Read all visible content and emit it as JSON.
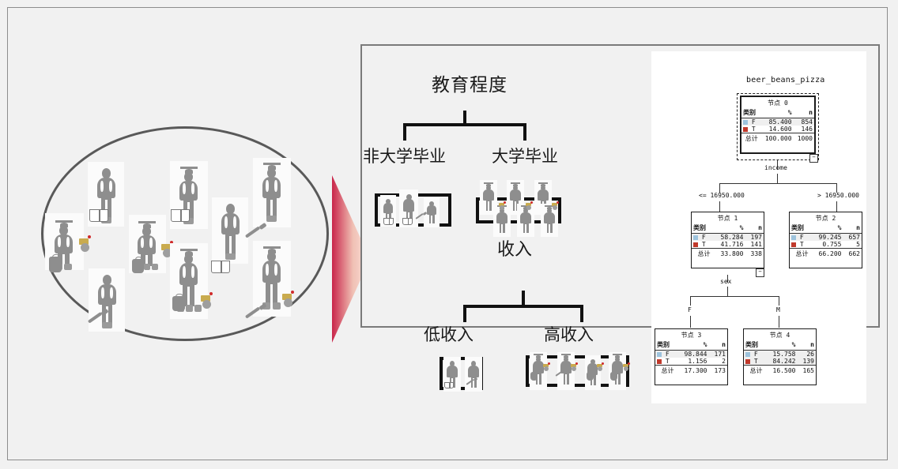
{
  "slide": {
    "background_color": "#f1f1f1",
    "frame_color": "#8c8c8c"
  },
  "population": {
    "ellipse_label": "population-ellipse",
    "person_count": 9
  },
  "arrow": {
    "name": "transition-arrow",
    "color_start": "#c9254a",
    "color_end": "#fbe0d8"
  },
  "concept_panel": {
    "education": {
      "title": "教育程度",
      "left_branch": "非大学毕业",
      "right_branch": "大学毕业"
    },
    "income": {
      "title": "收入",
      "left_branch": "低收入",
      "right_branch": "高收入"
    }
  },
  "spss_tree": {
    "title": "beer_beans_pizza",
    "split_var_1": "income",
    "split_var_2": "sex",
    "edge_labels": {
      "left_1": "<= 16950.000",
      "right_1": "> 16950.000",
      "left_2": "F",
      "right_2": "M"
    },
    "columns": [
      "类别",
      "%",
      "n"
    ],
    "total_label": "总计",
    "collapse_glyph": "−",
    "colors": {
      "f": "#9dc3dd",
      "t": "#c0392b"
    },
    "nodes": [
      {
        "id": "node0",
        "title": "节点 0",
        "rows": [
          {
            "cat": "F",
            "pct": "85.400",
            "n": "854"
          },
          {
            "cat": "T",
            "pct": "14.600",
            "n": "146"
          }
        ],
        "total": {
          "pct": "100.000",
          "n": "1000"
        }
      },
      {
        "id": "node1",
        "title": "节点 1",
        "rows": [
          {
            "cat": "F",
            "pct": "58.284",
            "n": "197"
          },
          {
            "cat": "T",
            "pct": "41.716",
            "n": "141"
          }
        ],
        "total": {
          "pct": "33.800",
          "n": "338"
        }
      },
      {
        "id": "node2",
        "title": "节点 2",
        "rows": [
          {
            "cat": "F",
            "pct": "99.245",
            "n": "657"
          },
          {
            "cat": "T",
            "pct": "0.755",
            "n": "5"
          }
        ],
        "total": {
          "pct": "66.200",
          "n": "662"
        }
      },
      {
        "id": "node3",
        "title": "节点 3",
        "rows": [
          {
            "cat": "F",
            "pct": "98.844",
            "n": "171"
          },
          {
            "cat": "T",
            "pct": "1.156",
            "n": "2"
          }
        ],
        "total": {
          "pct": "17.300",
          "n": "173"
        }
      },
      {
        "id": "node4",
        "title": "节点 4",
        "rows": [
          {
            "cat": "F",
            "pct": "15.758",
            "n": "26"
          },
          {
            "cat": "T",
            "pct": "84.242",
            "n": "139"
          }
        ],
        "total": {
          "pct": "16.500",
          "n": "165"
        }
      }
    ]
  }
}
